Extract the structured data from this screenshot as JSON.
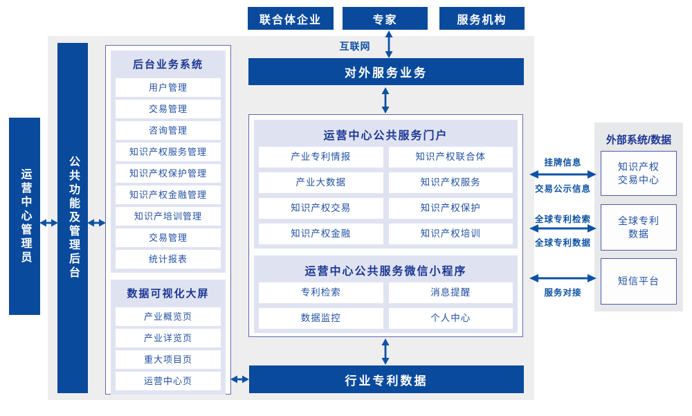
{
  "colors": {
    "primary_blue": "#0a4a9c",
    "panel_lavender": "#dfe3f1",
    "border_indigo": "#5e68a9",
    "text_blue": "#2150a3",
    "arrow_blue": "#0d51a4",
    "background_gray": "#eeeeef"
  },
  "top_actors": {
    "consortium": "联合体企业",
    "expert": "专家",
    "service_org": "服务机构"
  },
  "internet_label": "互联网",
  "external_service_bar": "对外服务业务",
  "left": {
    "admin": "运营中心管理员",
    "backend_bar": "公共功能及管理后台",
    "backend_panel": {
      "title": "后台业务系统",
      "items": [
        "用户管理",
        "交易管理",
        "咨询管理",
        "知识产权服务管理",
        "知识产权保护管理",
        "知识产权金融管理",
        "知识产培训管理",
        "交易管理",
        "统计报表"
      ]
    },
    "dashboard_panel": {
      "title": "数据可视化大屏",
      "items": [
        "产业概览页",
        "产业详览页",
        "重大项目页",
        "运营中心页"
      ]
    }
  },
  "portal": {
    "title": "运营中心公共服务门户",
    "items": [
      "产业专利情报",
      "知识产权联合体",
      "产业大数据",
      "知识产权服务",
      "知识产权交易",
      "知识产权保护",
      "知识产权金融",
      "知识产权培训"
    ],
    "miniprogram": {
      "title": "运营中心公共服务微信小程序",
      "items": [
        "专利检索",
        "消息提醒",
        "数据监控",
        "个人中心"
      ]
    }
  },
  "industry_bar": "行业专利数据",
  "external": {
    "title": "外部系统/数据",
    "systems": [
      "知识产权\n交易中心",
      "全球专利\n数据",
      "短信平台"
    ],
    "links": [
      {
        "label_top": "挂牌信息",
        "label_bottom": "交易公示信息"
      },
      {
        "label_top": "全球专利检索",
        "label_bottom": "全球专利数据"
      },
      {
        "label_top": "",
        "label_bottom": "服务对接"
      }
    ]
  }
}
